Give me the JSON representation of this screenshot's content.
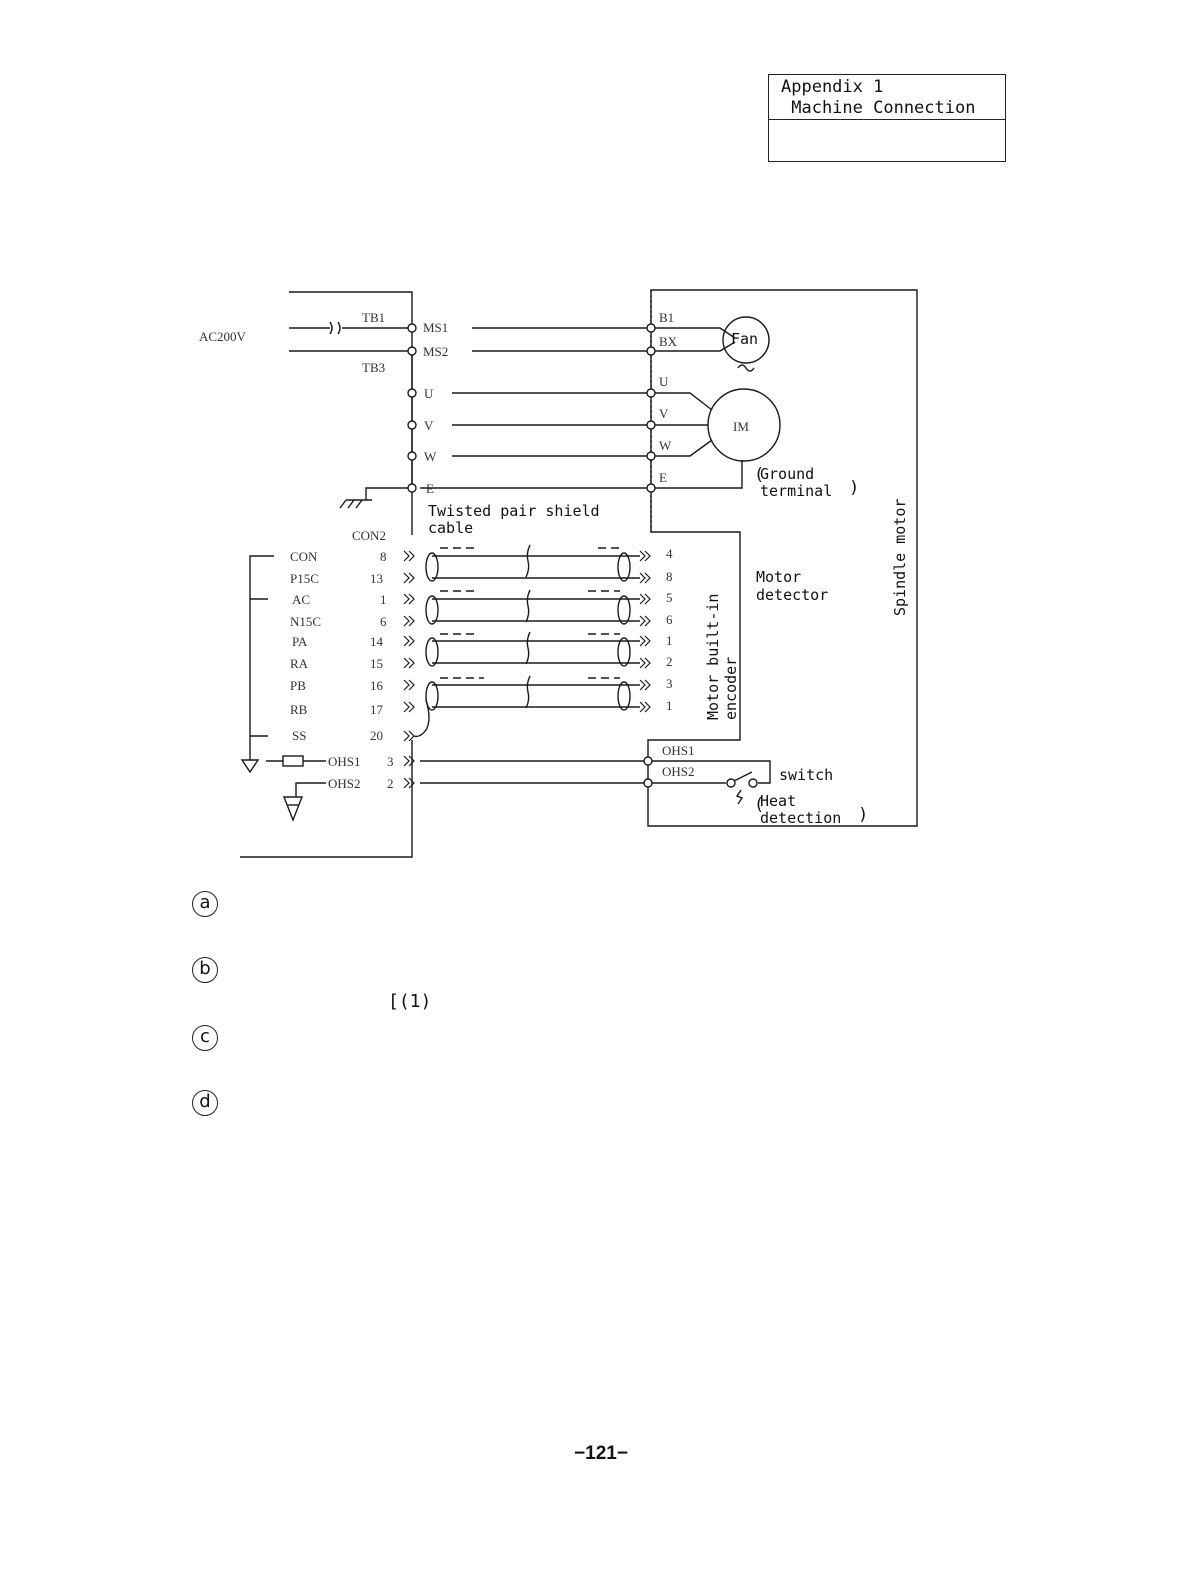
{
  "header": {
    "line1": "Appendix 1",
    "line2": " Machine Connection",
    "line3": ""
  },
  "diagram": {
    "ac_input": "AC200V",
    "tb1": "TB1",
    "tb3": "TB3",
    "con2": "CON2",
    "ms1": "MS1",
    "ms2": "MS2",
    "t_u": "U",
    "t_v": "V",
    "t_w": "W",
    "t_e": "E",
    "cable_line1": "Twisted pair shield",
    "cable_line2": "cable",
    "left_signals": [
      {
        "name": "CON",
        "pin": "8"
      },
      {
        "name": "P15C",
        "pin": "13"
      },
      {
        "name": "AC",
        "pin": "1"
      },
      {
        "name": "N15C",
        "pin": "6"
      },
      {
        "name": "PA",
        "pin": "14"
      },
      {
        "name": "RA",
        "pin": "15"
      },
      {
        "name": "PB",
        "pin": "16"
      },
      {
        "name": "RB",
        "pin": "17"
      },
      {
        "name": "SS",
        "pin": "20"
      }
    ],
    "ohs_left": [
      {
        "name": "OHS1",
        "pin": "3"
      },
      {
        "name": "OHS2",
        "pin": "2"
      }
    ],
    "encoder_pins": [
      "4",
      "8",
      "5",
      "6",
      "1",
      "2",
      "3",
      "1"
    ],
    "motor_terminals": [
      "B1",
      "BX",
      "U",
      "V",
      "W",
      "E"
    ],
    "fan": "Fan",
    "motor": "IM",
    "ground_line1": "Ground",
    "ground_line2": "terminal",
    "motor_detector_line1": "Motor",
    "motor_detector_line2": "detector",
    "encoder_line1": "Motor built-in",
    "encoder_line2": "encoder",
    "spindle_motor": "Spindle motor",
    "ohs_right": [
      "OHS1",
      "OHS2"
    ],
    "switch": "switch",
    "heat_line1": "Heat",
    "heat_line2": "detection"
  },
  "notes": {
    "marks": [
      "a",
      "b",
      "c",
      "d"
    ],
    "reference": "[(1)"
  },
  "footer": {
    "page_number": "−121−"
  }
}
